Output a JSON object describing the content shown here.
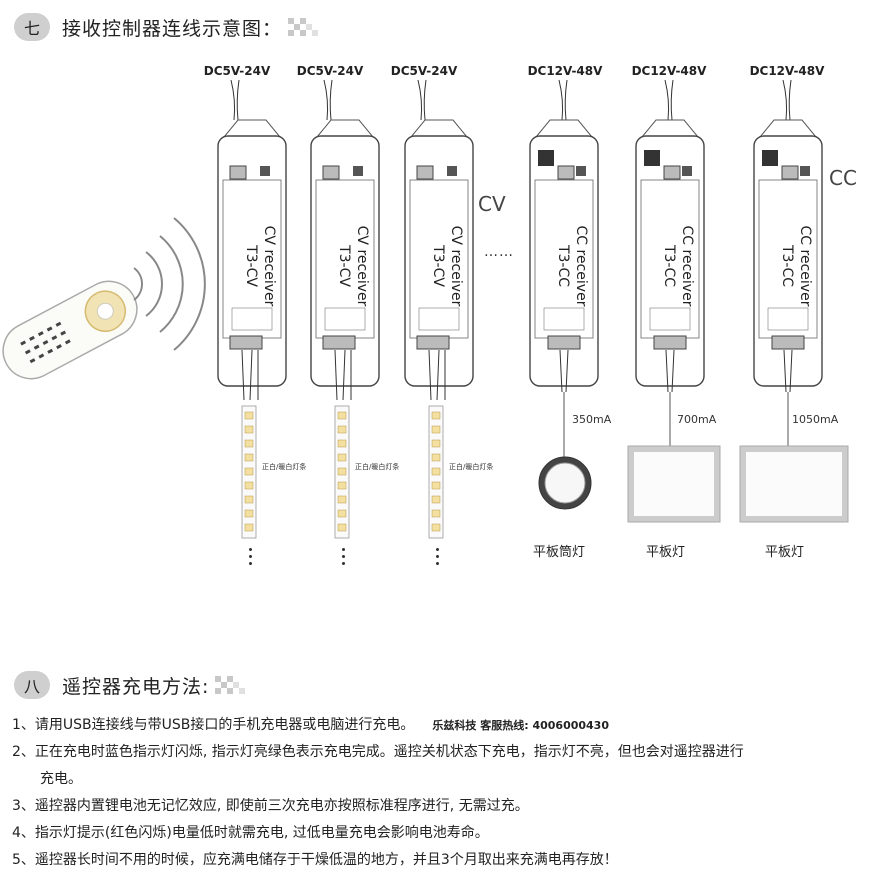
{
  "section7": {
    "num": "七",
    "title": "接收控制器连线示意图："
  },
  "voltages": [
    "DC5V-24V",
    "DC5V-24V",
    "DC5V-24V",
    "DC12V-48V",
    "DC12V-48V",
    "DC12V-48V"
  ],
  "receivers": [
    {
      "type": "CV receiver",
      "model": "T3-CV"
    },
    {
      "type": "CV receiver",
      "model": "T3-CV"
    },
    {
      "type": "CV receiver",
      "model": "T3-CV"
    },
    {
      "type": "CC receiver",
      "model": "T3-CC"
    },
    {
      "type": "CC receiver",
      "model": "T3-CC"
    },
    {
      "type": "CC receiver",
      "model": "T3-CC"
    }
  ],
  "cv_label": "CV",
  "cc_label": "CC",
  "ellipsis": "……",
  "strip_note": "正白/暖白灯条",
  "currents": [
    "350mA",
    "700mA",
    "1050mA"
  ],
  "lamps": [
    "平板筒灯",
    "平板灯",
    "平板灯"
  ],
  "section8": {
    "num": "八",
    "title": "遥控器充电方法:"
  },
  "items": [
    {
      "text": "1、请用USB连接线与带USB接口的手机充电器或电脑进行充电。",
      "company": "乐兹科技 客服热线: 4006000430"
    },
    {
      "text": "2、正在充电时蓝色指示灯闪烁, 指示灯亮绿色表示充电完成。遥控关机状态下充电，指示灯不亮，但也会对遥控器进行",
      "cont": "充电。"
    },
    {
      "text": "3、遥控器内置锂电池无记忆效应, 即使前三次充电亦按照标准程序进行, 无需过充。"
    },
    {
      "text": "4、指示灯提示(红色闪烁)电量低时就需充电, 过低电量充电会影响电池寿命。"
    },
    {
      "text": "5、遥控器长时间不用的时候，应充满电储存于干燥低温的地方，并且3个月取出来充满电再存放！"
    }
  ]
}
